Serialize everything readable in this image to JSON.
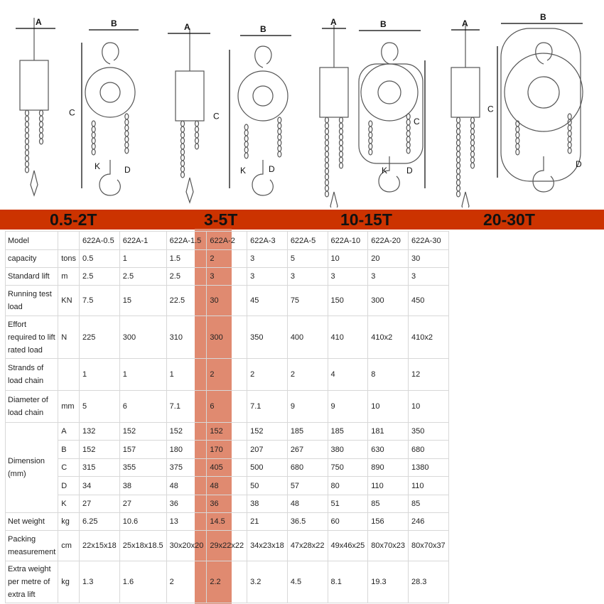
{
  "drawings": {
    "labels": {
      "a": "A",
      "b": "B",
      "c": "C",
      "d": "D",
      "k": "K"
    }
  },
  "banner": [
    "0.5-2T",
    "3-5T",
    "10-15T",
    "20-30T"
  ],
  "colors": {
    "banner": "#cc3300",
    "highlight": "#e08a70"
  },
  "table": {
    "rows": [
      {
        "label": "Model",
        "unit": "",
        "values": [
          "622A-0.5",
          "622A-1",
          "622A-1.5",
          "622A-2",
          "622A-3",
          "622A-5",
          "622A-10",
          "622A-20",
          "622A-30"
        ]
      },
      {
        "label": "capacity",
        "unit": "tons",
        "values": [
          "0.5",
          "1",
          "1.5",
          "2",
          "3",
          "5",
          "10",
          "20",
          "30"
        ]
      },
      {
        "label": "Standard lift",
        "unit": "m",
        "values": [
          "2.5",
          "2.5",
          "2.5",
          "3",
          "3",
          "3",
          "3",
          "3",
          "3"
        ]
      },
      {
        "label": "Running test load",
        "unit": "KN",
        "values": [
          "7.5",
          "15",
          "22.5",
          "30",
          "45",
          "75",
          "150",
          "300",
          "450"
        ]
      },
      {
        "label": "Effort required to lift rated load",
        "unit": "N",
        "values": [
          "225",
          "300",
          "310",
          "300",
          "350",
          "400",
          "410",
          "410x2",
          "410x2"
        ]
      },
      {
        "label": "Strands of load chain",
        "unit": "",
        "values": [
          "1",
          "1",
          "1",
          "2",
          "2",
          "2",
          "4",
          "8",
          "12"
        ]
      },
      {
        "label": "Diameter of load chain",
        "unit": "mm",
        "values": [
          "5",
          "6",
          "7.1",
          "6",
          "7.1",
          "9",
          "9",
          "10",
          "10"
        ]
      }
    ],
    "dimension": {
      "label": "Dimension (mm)",
      "rows": [
        {
          "unit": "A",
          "values": [
            "132",
            "152",
            "152",
            "152",
            "152",
            "185",
            "185",
            "181",
            "350"
          ]
        },
        {
          "unit": "B",
          "values": [
            "152",
            "157",
            "180",
            "170",
            "207",
            "267",
            "380",
            "630",
            "680"
          ]
        },
        {
          "unit": "C",
          "values": [
            "315",
            "355",
            "375",
            "405",
            "500",
            "680",
            "750",
            "890",
            "1380"
          ]
        },
        {
          "unit": "D",
          "values": [
            "34",
            "38",
            "48",
            "48",
            "50",
            "57",
            "80",
            "110",
            "110"
          ]
        },
        {
          "unit": "K",
          "values": [
            "27",
            "27",
            "36",
            "36",
            "38",
            "48",
            "51",
            "85",
            "85"
          ]
        }
      ]
    },
    "rows2": [
      {
        "label": "Net weight",
        "unit": "kg",
        "values": [
          "6.25",
          "10.6",
          "13",
          "14.5",
          "21",
          "36.5",
          "60",
          "156",
          "246"
        ]
      },
      {
        "label": "Packing measurement",
        "unit": "cm",
        "values": [
          "22x15x18",
          "25x18x18.5",
          "30x20x20",
          "29x22x22",
          "34x23x18",
          "47x28x22",
          "49x46x25",
          "80x70x23",
          "80x70x37"
        ]
      },
      {
        "label": "Extra weight per metre of extra lift",
        "unit": "kg",
        "values": [
          "1.3",
          "1.6",
          "2",
          "2.2",
          "3.2",
          "4.5",
          "8.1",
          "19.3",
          "28.3"
        ]
      }
    ]
  }
}
